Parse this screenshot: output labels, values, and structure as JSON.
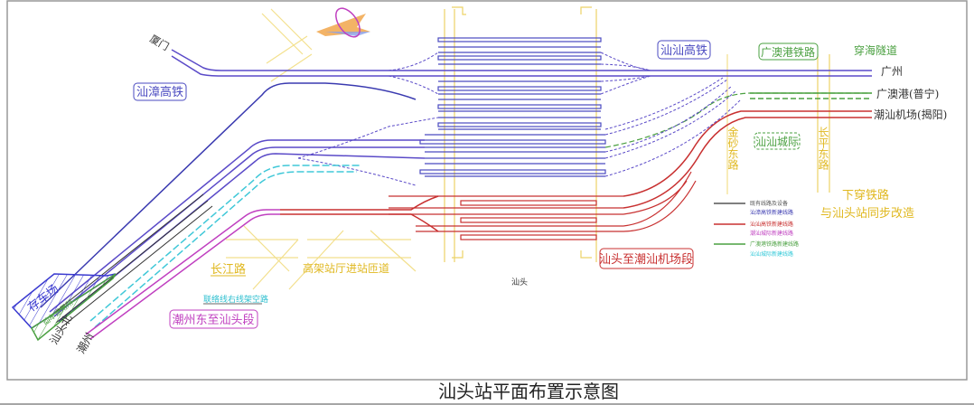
{
  "title": "汕头站平面布置示意图",
  "station_name": "汕头",
  "lines": {
    "shanzhang": "汕漳高铁",
    "shanshan": "汕汕高铁",
    "guangaogang": "广澳港铁路",
    "shanshan_intercity": "汕汕城际",
    "chaozhou_shantou": "潮州东至汕头段",
    "shantou_airport": "汕头至潮汕机场段"
  },
  "destinations": {
    "xiamen": "厦门",
    "guangzhou": "广州",
    "guangaogang_puning": "广澳港(普宁)",
    "airport_jieyang": "潮汕机场(揭阳)",
    "shantou_north": "汕头北",
    "chaozhou": "潮州"
  },
  "roads": {
    "changjiang": "长江路",
    "ramp": "高架站厅进站匝道",
    "jinsha_east": "金砂东路",
    "changping_east": "长平东路",
    "sea_tunnel": "穿海隧道",
    "underpass_line1": "下穿铁路",
    "underpass_line2": "与汕头站同步改造",
    "viaduct": "联络线右线架空路"
  },
  "yards": {
    "storage": "存车场",
    "emu": "动车运用所"
  },
  "legend": [
    {
      "text": "既有线路及设备",
      "color": "#555555"
    },
    {
      "text": "汕漳高铁新建线路",
      "color": "#3a3ab0"
    },
    {
      "text": "汕汕高铁新建线路",
      "color": "#c83030"
    },
    {
      "text": "潮汕城际新建线路",
      "color": "#c040c0"
    },
    {
      "text": "广澳港铁路新建线路",
      "color": "#3a9a3a"
    },
    {
      "text": "汕汕城际新建线路",
      "color": "#30c8d8"
    }
  ],
  "colors": {
    "blue": "#4040b8",
    "purple": "#6a4ac8",
    "red": "#c83030",
    "magenta": "#c040c0",
    "green": "#4aa040",
    "cyan": "#40c8d8",
    "yellow": "#e8c840"
  }
}
